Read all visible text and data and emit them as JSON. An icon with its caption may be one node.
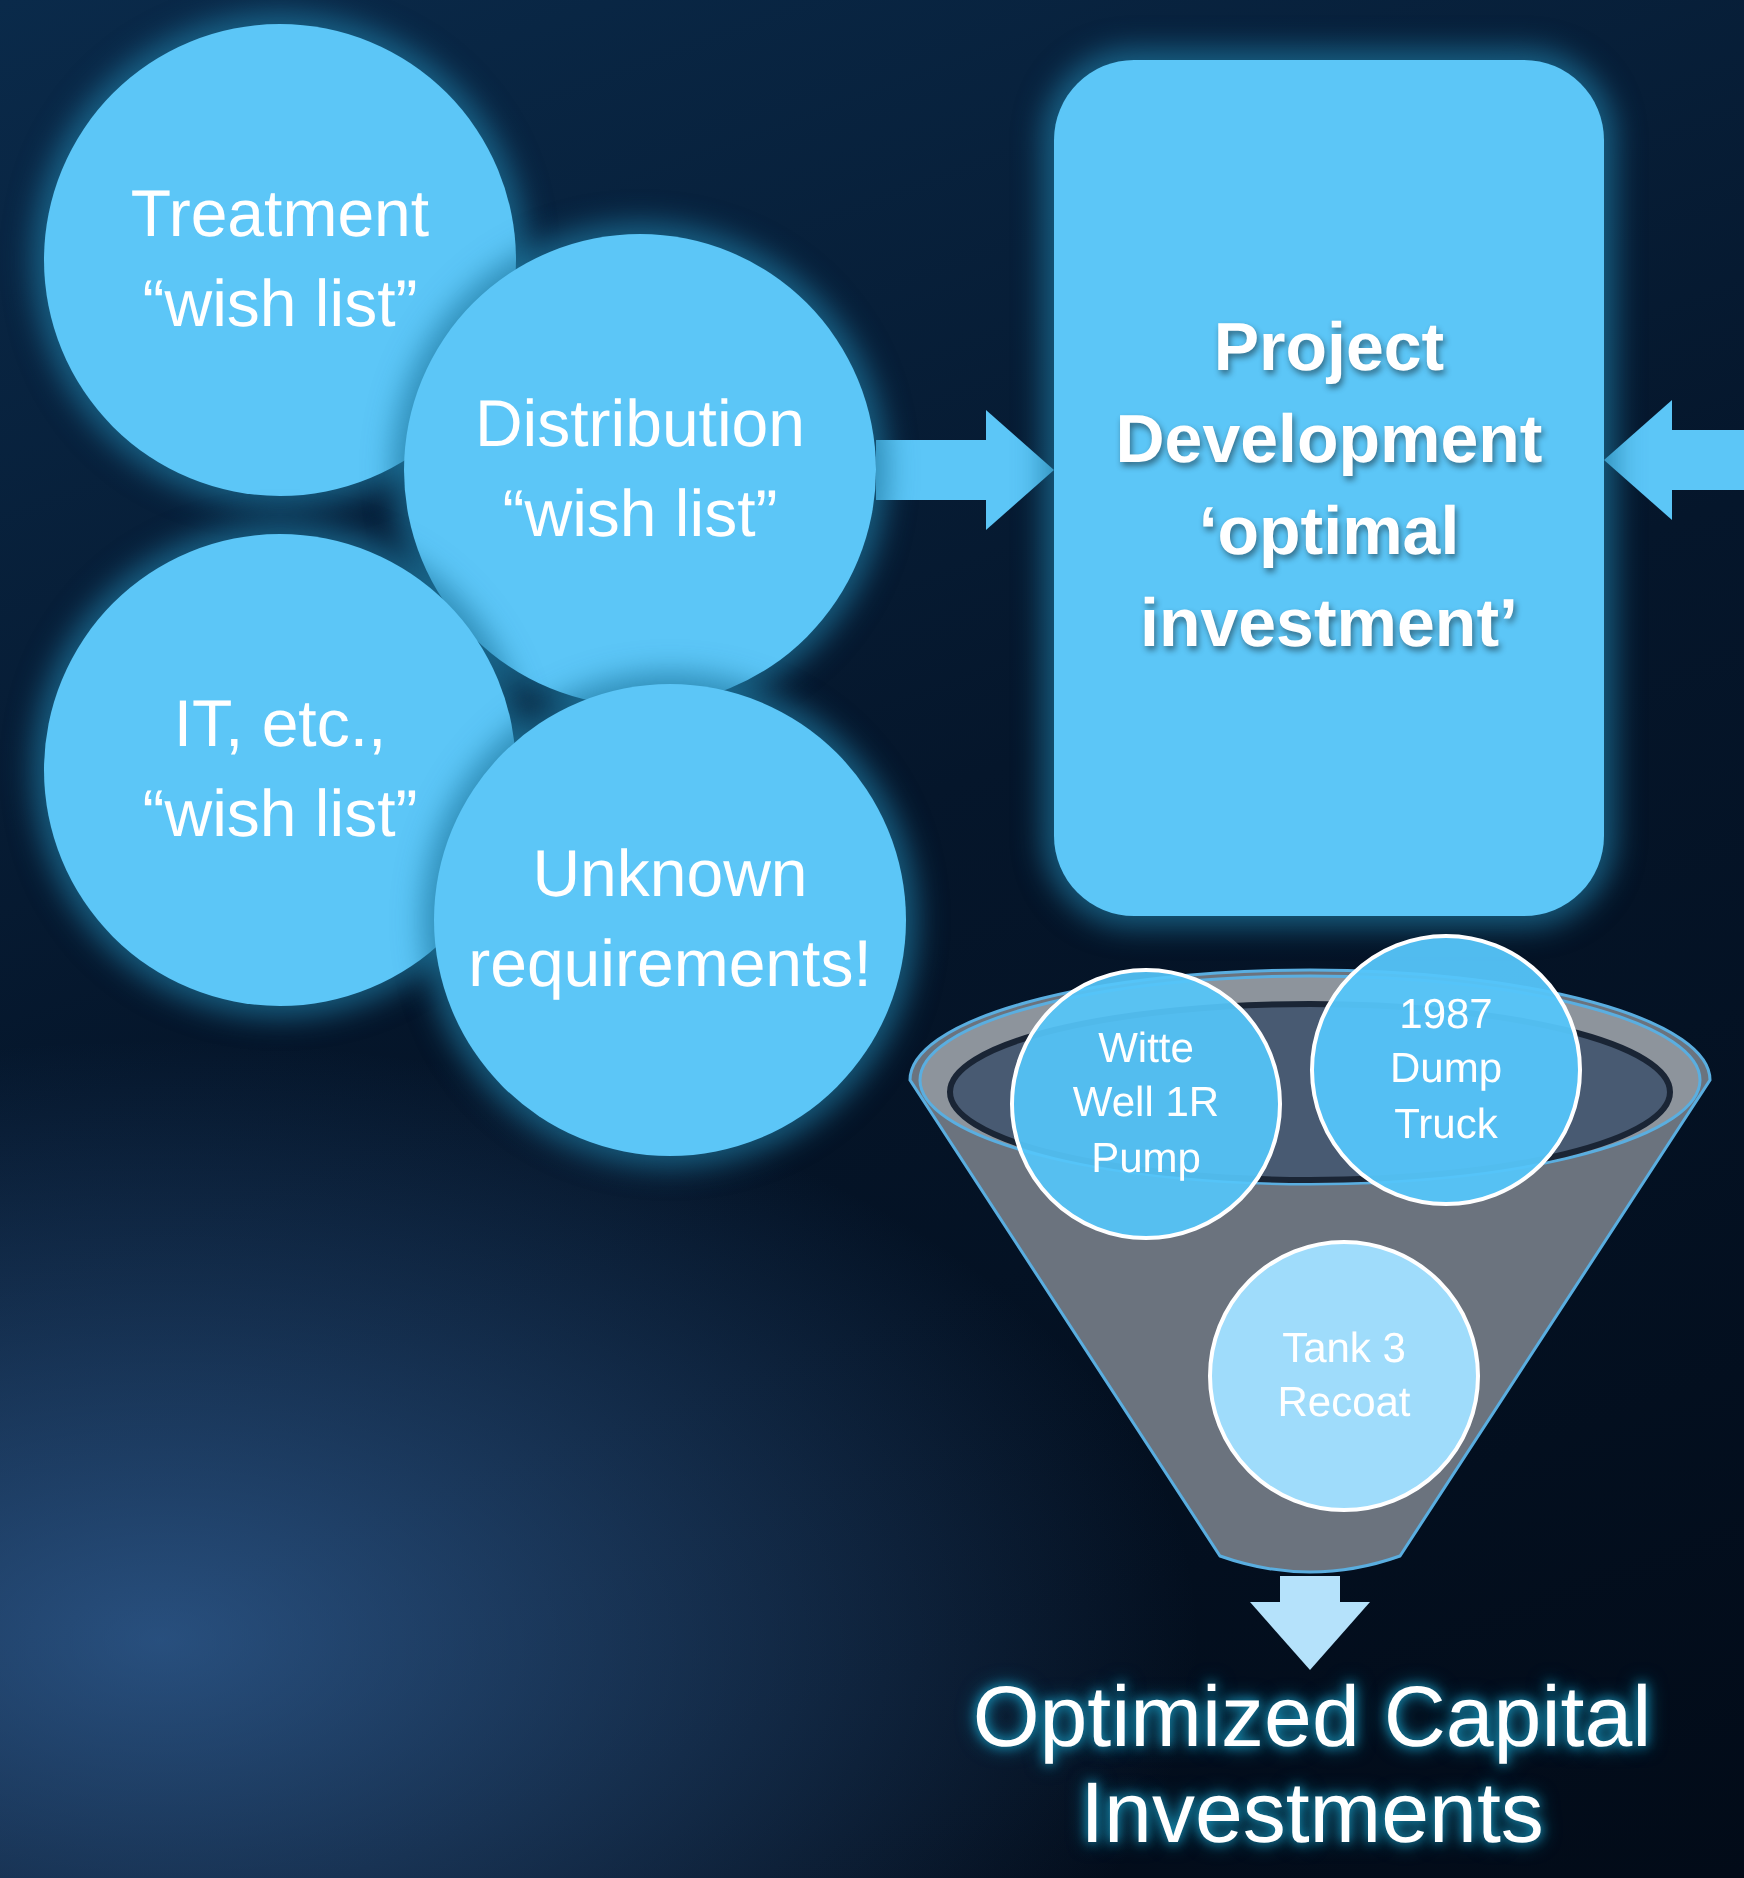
{
  "diagram": {
    "nodes": [
      {
        "text": [
          "Treatment “wish list”"
        ]
      },
      {
        "text": [
          "Distribution “wish list”"
        ]
      },
      {
        "text": [
          "IT, etc., “wish list”"
        ]
      },
      {
        "text": [
          "Unknown requirements!"
        ]
      },
      {
        "text": [
          "Project Development ‘optimal investment’"
        ]
      },
      {
        "text": [],
        "shape": "funnel"
      },
      {
        "text": [
          "Witte Well 1R Pump"
        ],
        "in": 5
      },
      {
        "text": [
          "1987 Dump Truck"
        ],
        "in": 5
      },
      {
        "text": [
          "Tank 3 Recoat"
        ],
        "in": 5
      },
      {
        "text": [
          "Optimized Capital Investments"
        ]
      }
    ],
    "edges": [
      {
        "from": 1,
        "to": 4,
        "arrow": "to"
      },
      {
        "from": null,
        "to": 4,
        "arrow": "to"
      },
      {
        "from": 5,
        "to": 9,
        "arrow": "to"
      }
    ]
  }
}
